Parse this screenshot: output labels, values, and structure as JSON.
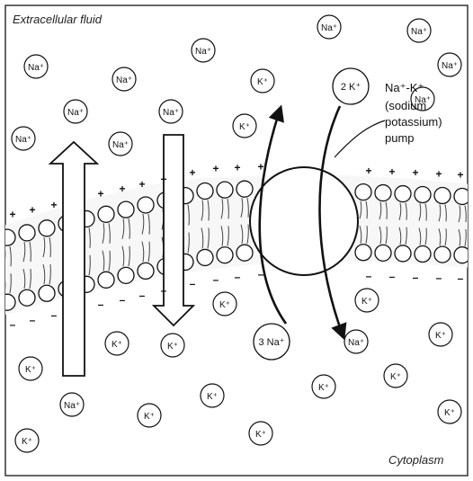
{
  "labels": {
    "extracellular": "Extracellular fluid",
    "cytoplasm": "Cytoplasm"
  },
  "pump": {
    "line1": "Na⁺-K⁺",
    "line2": "(sodium",
    "line3": "potassium)",
    "line4": "pump",
    "in_label": "2 K⁺",
    "out_label": "3 Na⁺"
  },
  "ions_outside": [
    {
      "label": "Na⁺"
    },
    {
      "label": "Na⁺"
    },
    {
      "label": "Na⁺"
    },
    {
      "label": "Na⁺"
    },
    {
      "label": "Na⁺"
    },
    {
      "label": "K⁺"
    },
    {
      "label": "Na⁺"
    },
    {
      "label": "Na⁺"
    },
    {
      "label": "Na⁺"
    },
    {
      "label": "K⁺"
    },
    {
      "label": "Na⁺"
    },
    {
      "label": "Na⁺"
    },
    {
      "label": "Na⁺"
    }
  ],
  "ions_inside": [
    {
      "label": "K⁺"
    },
    {
      "label": "K⁺"
    },
    {
      "label": "K⁺"
    },
    {
      "label": "K⁺"
    },
    {
      "label": "Na⁺"
    },
    {
      "label": "K⁺"
    },
    {
      "label": "K⁺"
    },
    {
      "label": "K⁺"
    },
    {
      "label": "Na⁺"
    },
    {
      "label": "K⁺"
    },
    {
      "label": "K⁺"
    },
    {
      "label": "K⁺"
    },
    {
      "label": "K⁺"
    },
    {
      "label": "K⁺"
    },
    {
      "label": "K⁺"
    }
  ],
  "charges": {
    "positive": "+",
    "negative": "–"
  }
}
